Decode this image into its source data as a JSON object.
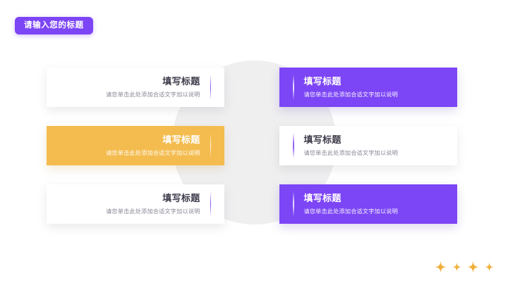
{
  "slide": {
    "background_color": "#FFFFFF",
    "title_badge": {
      "label": "请输入您的标题",
      "background_color": "#7C45F5",
      "text_color": "#FFFFFF"
    },
    "decor": {
      "center_circle_color": "#EFEFF0",
      "sparkle_color": "#EFB03C",
      "sparkle_count": 4,
      "sparkle_name": "four-point-star"
    },
    "cards": [
      {
        "position": "left",
        "row": 1,
        "style": "white",
        "align": "right",
        "title": "填写标题",
        "desc": "请您单击此处添加合适文字加以说明",
        "background_color": "#FFFFFF",
        "title_color": "#3E3A4A",
        "desc_color": "#8B8796",
        "accent_color": "#7C45F5"
      },
      {
        "position": "right",
        "row": 1,
        "style": "purple",
        "align": "left",
        "title": "填写标题",
        "desc": "请您单击此处添加合适文字加以说明",
        "background_color": "#7C45F5",
        "title_color": "#FFFFFF",
        "desc_color": "#FFFFFF",
        "accent_color": "#FFFFFF"
      },
      {
        "position": "left",
        "row": 2,
        "style": "amber",
        "align": "right",
        "title": "填写标题",
        "desc": "请您单击此处添加合适文字加以说明",
        "background_color": "#F4BC4F",
        "title_color": "#FFFFFF",
        "desc_color": "#FFFFFF",
        "accent_color": "#FFFFFF"
      },
      {
        "position": "right",
        "row": 2,
        "style": "white",
        "align": "left",
        "title": "填写标题",
        "desc": "请您单击此处添加合适文字加以说明",
        "background_color": "#FFFFFF",
        "title_color": "#3E3A4A",
        "desc_color": "#8B8796",
        "accent_color": "#7C45F5"
      },
      {
        "position": "left",
        "row": 3,
        "style": "white",
        "align": "right",
        "title": "填写标题",
        "desc": "请您单击此处添加合适文字加以说明",
        "background_color": "#FFFFFF",
        "title_color": "#3E3A4A",
        "desc_color": "#8B8796",
        "accent_color": "#7C45F5"
      },
      {
        "position": "right",
        "row": 3,
        "style": "purple",
        "align": "left",
        "title": "填写标题",
        "desc": "请您单击此处添加合适文字加以说明",
        "background_color": "#7C45F5",
        "title_color": "#FFFFFF",
        "desc_color": "#FFFFFF",
        "accent_color": "#FFFFFF"
      }
    ]
  }
}
